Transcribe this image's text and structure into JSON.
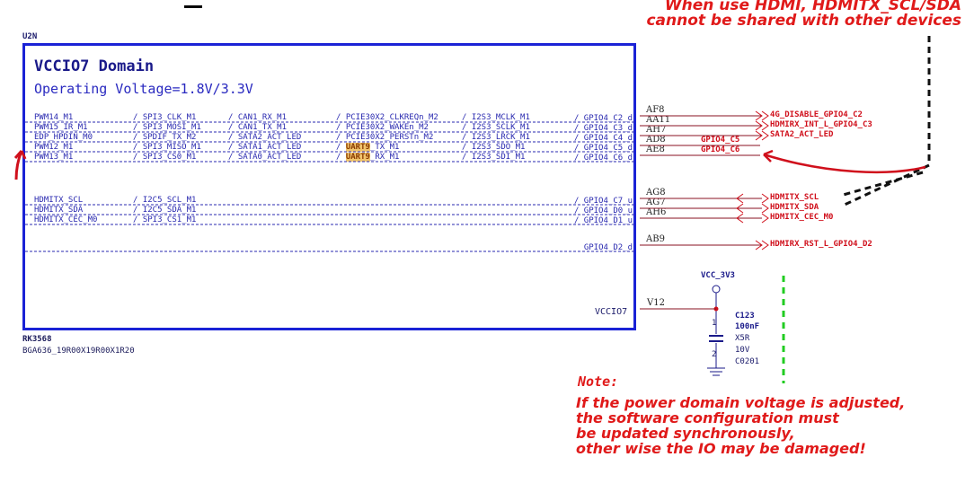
{
  "component": {
    "ref": "U2N",
    "name": "RK3568",
    "package": "BGA636_19R00X19R00X1R20",
    "domain_title": "VCCIO7 Domain",
    "operating_voltage": "Operating Voltage=1.8V/3.3V",
    "power_pin": "VCCIO7",
    "power_ball": "V12"
  },
  "pins": [
    {
      "funcs": [
        "PWM14_M1",
        "/ SPI3_CLK_M1",
        "/ CAN1_RX_M1",
        "/ PCIE30X2_CLKREQn_M2",
        "/ I2S3_MCLK_M1"
      ],
      "gpio": "/  GPIO4_C2_d",
      "ball": "AF8",
      "net": "4G_DISABLE_GPIO4_C2"
    },
    {
      "funcs": [
        "PWM15_IR_M1",
        "/ SPI3_MOSI_M1",
        "/ CAN1_TX_M1",
        "/ PCIE30X2_WAKEn_M2",
        "/ I2S3_SCLK_M1"
      ],
      "gpio": "/  GPIO4_C3_d",
      "ball": "AA11",
      "net": "HDMIRX_INT_L_GPIO4_C3"
    },
    {
      "funcs": [
        "EDP_HPDIN_M0",
        "/ SPDIF_TX_M2",
        "/ SATA2_ACT_LED",
        "/ PCIE30X2_PERSTn_M2",
        "/ I2S3_LRCK_M1"
      ],
      "gpio": "/  GPIO4_C4_d",
      "ball": "AH7",
      "net": "SATA2_ACT_LED"
    },
    {
      "funcs": [
        "PWM12_M1",
        "/ SPI3_MISO_M1",
        "/ SATA1_ACT_LED",
        "/ UART9_TX_M1",
        "/ I2S3_SDO_M1"
      ],
      "gpio": "/  GPIO4_C5_d",
      "ball": "AD8",
      "net": "GPIO4_C5"
    },
    {
      "funcs": [
        "PWM13_M1",
        "/ SPI3_CS0_M1",
        "/ SATA0_ACT_LED",
        "/ UART9_RX_M1",
        "/ I2S3_SDI_M1"
      ],
      "gpio": "/  GPIO4_C6_d",
      "ball": "AE8",
      "net": "GPIO4_C6"
    },
    {
      "funcs": [
        "HDMITX_SCL",
        "/ I2C5_SCL_M1",
        "",
        "",
        ""
      ],
      "gpio": "/  GPIO4_C7_u",
      "ball": "AG8",
      "net": "HDMITX_SCL"
    },
    {
      "funcs": [
        "HDMITX_SDA",
        "/ I2C5_SDA_M1",
        "",
        "",
        ""
      ],
      "gpio": "/  GPIO4_D0_u",
      "ball": "AG7",
      "net": "HDMITX_SDA"
    },
    {
      "funcs": [
        "HDMITX_CEC_M0",
        "/ SPI3_CS1_M1",
        "",
        "",
        ""
      ],
      "gpio": "/  GPIO4_D1_u",
      "ball": "AH6",
      "net": "HDMITX_CEC_M0"
    },
    {
      "funcs": [
        "",
        "",
        "",
        "",
        ""
      ],
      "gpio": "GPIO4_D2_d",
      "ball": "AB9",
      "net": "HDMIRX_RST_L_GPIO4_D2"
    }
  ],
  "highlight_text": "UART9",
  "capacitor": {
    "supply": "VCC_3V3",
    "ref": "C123",
    "value": "100nF",
    "dielectric": "X5R",
    "voltage": "10V",
    "size": "C0201",
    "pin1": "1",
    "pin2": "2"
  },
  "warning": {
    "line1": "When use HDMI, HDMITX_SCL/SDA",
    "line2": "cannot be shared with other devices"
  },
  "note": {
    "title": "Note:",
    "lines": [
      "If the power domain voltage is adjusted,",
      "the software configuration must",
      "be updated synchronously,",
      "other wise the IO may be damaged!"
    ]
  },
  "colors": {
    "chip_border": "#1a22d6",
    "net_red": "#d0101c",
    "annotation_red": "#e01a1a",
    "pin_blue": "#2a2ab0",
    "highlight": "#f1c56e",
    "green_dash": "#22cc22"
  }
}
